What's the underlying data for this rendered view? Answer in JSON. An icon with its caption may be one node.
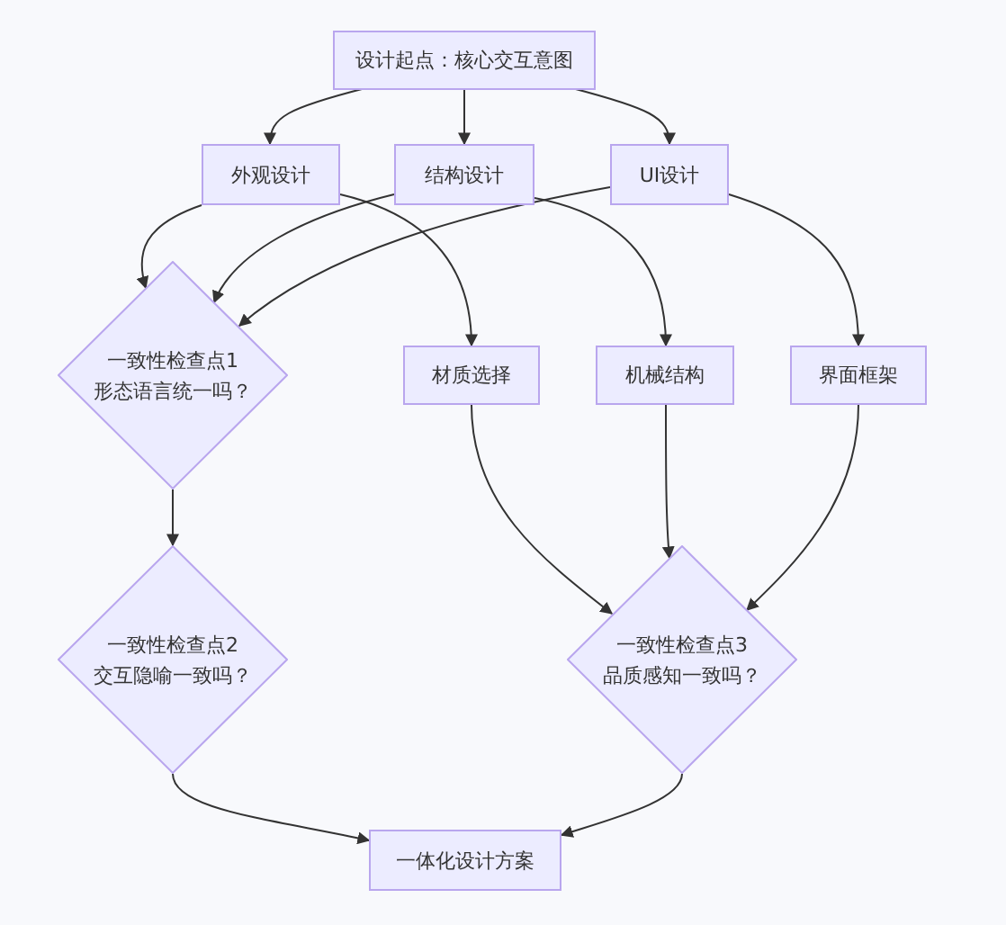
{
  "diagram": {
    "nodes": [
      {
        "text": [
          "设计起点：核心交互意图"
        ]
      },
      {
        "text": [
          "外观设计"
        ]
      },
      {
        "text": [
          "结构设计"
        ]
      },
      {
        "text": [
          "UI设计"
        ]
      },
      {
        "text": [
          "一致性检查点1",
          "形态语言统一吗？"
        ]
      },
      {
        "text": [
          "材质选择"
        ]
      },
      {
        "text": [
          "机械结构"
        ]
      },
      {
        "text": [
          "界面框架"
        ]
      },
      {
        "text": [
          "一致性检查点2",
          "交互隐喻一致吗？"
        ]
      },
      {
        "text": [
          "一致性检查点3",
          "品质感知一致吗？"
        ]
      },
      {
        "text": [
          "一体化设计方案"
        ]
      }
    ],
    "edges": [
      {
        "from": 0,
        "to": 1,
        "arrow": "to"
      },
      {
        "from": 0,
        "to": 2,
        "arrow": "to"
      },
      {
        "from": 0,
        "to": 3,
        "arrow": "to"
      },
      {
        "from": 1,
        "to": 4,
        "arrow": "to"
      },
      {
        "from": 1,
        "to": 5,
        "arrow": "to"
      },
      {
        "from": 2,
        "to": 4,
        "arrow": "to"
      },
      {
        "from": 2,
        "to": 6,
        "arrow": "to"
      },
      {
        "from": 3,
        "to": 4,
        "arrow": "to"
      },
      {
        "from": 3,
        "to": 7,
        "arrow": "to"
      },
      {
        "from": 4,
        "to": 8,
        "arrow": "to"
      },
      {
        "from": 5,
        "to": 9,
        "arrow": "to"
      },
      {
        "from": 6,
        "to": 9,
        "arrow": "to"
      },
      {
        "from": 7,
        "to": 9,
        "arrow": "to"
      },
      {
        "from": 8,
        "to": 10,
        "arrow": "to"
      },
      {
        "from": 9,
        "to": 10,
        "arrow": "to"
      }
    ]
  }
}
